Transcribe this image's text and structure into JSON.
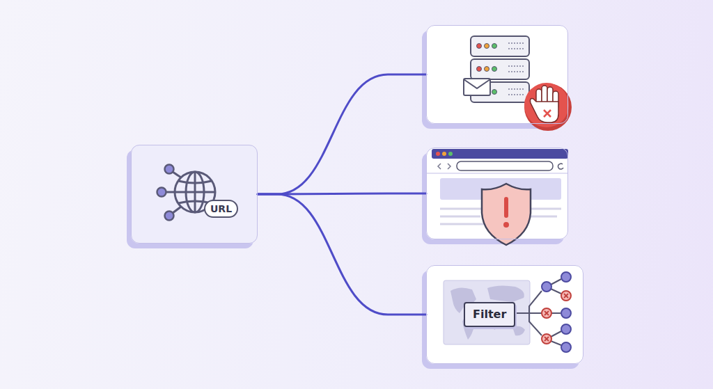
{
  "diagram": {
    "nodes": [
      {
        "text": [
          "URL"
        ]
      },
      {
        "text": []
      },
      {
        "text": []
      },
      {
        "text": []
      },
      {
        "text": [
          "Filter"
        ],
        "in": 3
      }
    ],
    "edges": [
      {
        "from": 0,
        "to": 1,
        "arrow": "none"
      },
      {
        "from": 0,
        "to": 2,
        "arrow": "none"
      },
      {
        "from": 0,
        "to": 3,
        "arrow": "none"
      }
    ]
  }
}
